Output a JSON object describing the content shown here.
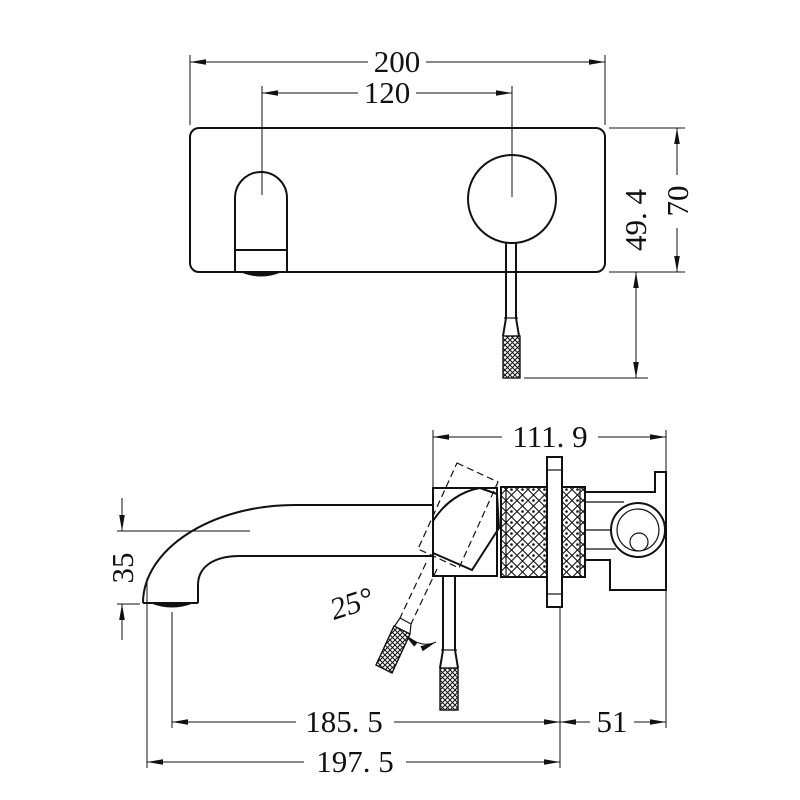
{
  "drawing": {
    "kind": "wall-mounted basin mixer tap — two-view dimensioned technical drawing",
    "colors": {
      "line": "#111111",
      "background": "#ffffff"
    },
    "dims": {
      "plate_width": "200",
      "hole_spacing": "120",
      "plate_height": "70",
      "lever_drop": "49. 4",
      "body_depth": "111. 9",
      "spout_drop": "35",
      "lever_angle": "25°",
      "reach_to_aerator": "185. 5",
      "plate_to_wall": "51",
      "total_reach": "197. 5"
    }
  }
}
